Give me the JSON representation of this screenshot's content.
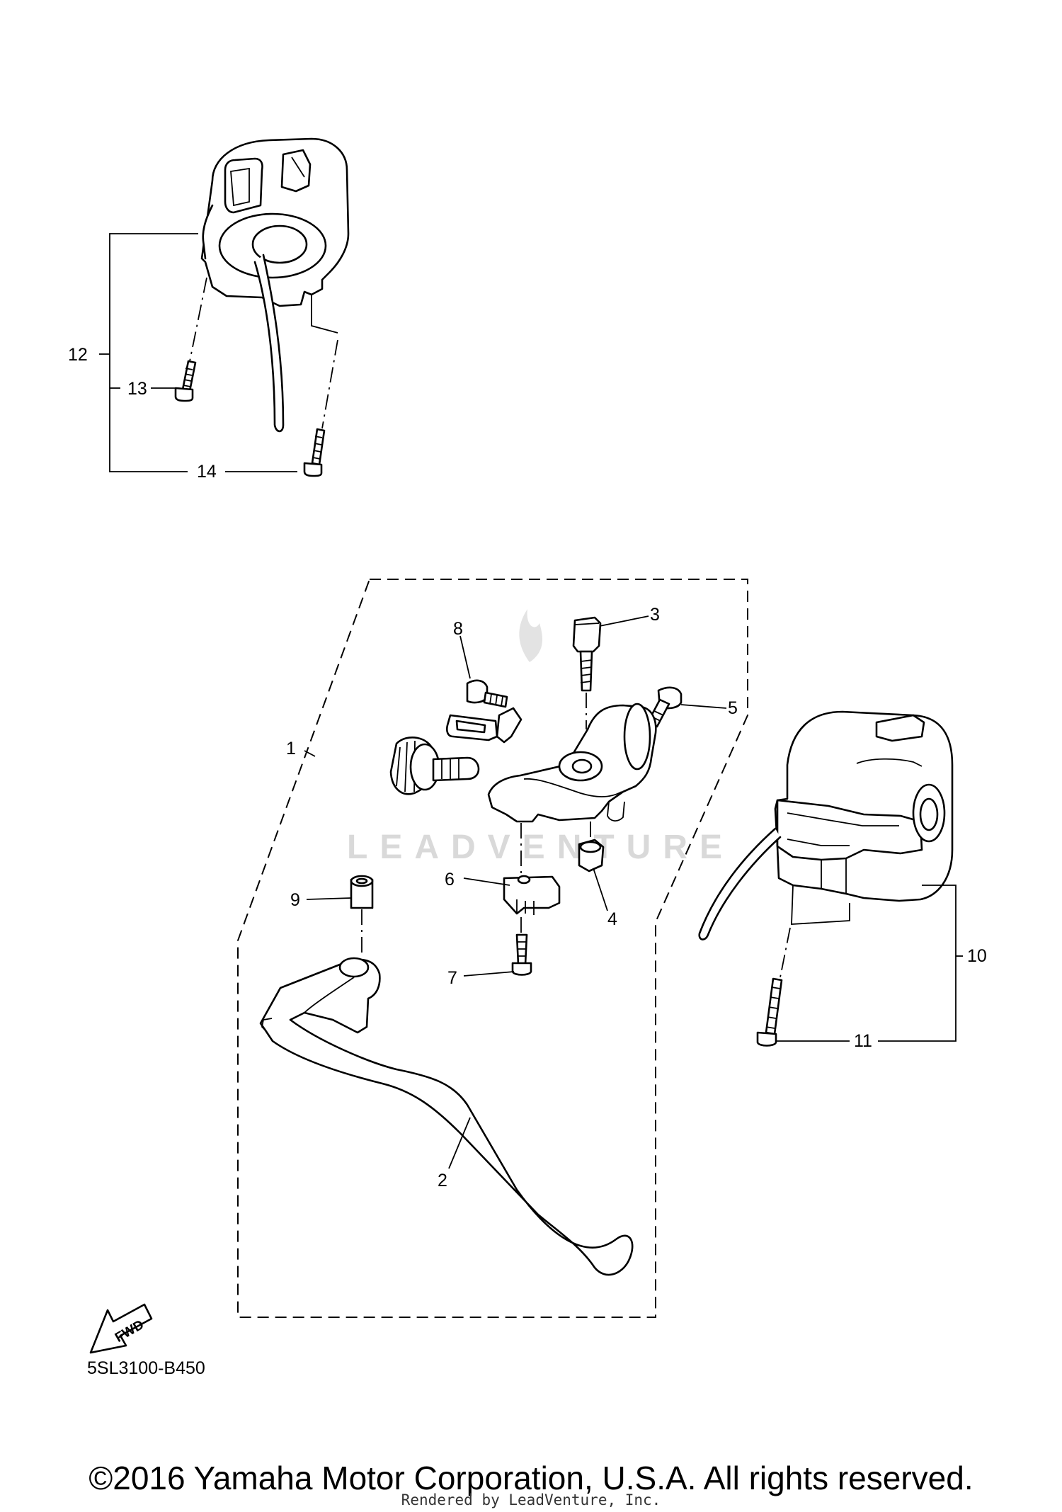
{
  "diagram_code": "5SL3100-B450",
  "watermark": "LEADVENTURE",
  "fwd_label": "FWD",
  "copyright": "©2016 Yamaha Motor Corporation, U.S.A. All rights reserved.",
  "rendered_by": "Rendered by LeadVenture, Inc.",
  "callouts": [
    "1",
    "2",
    "3",
    "4",
    "5",
    "6",
    "7",
    "8",
    "9",
    "10",
    "11",
    "12",
    "13",
    "14"
  ]
}
